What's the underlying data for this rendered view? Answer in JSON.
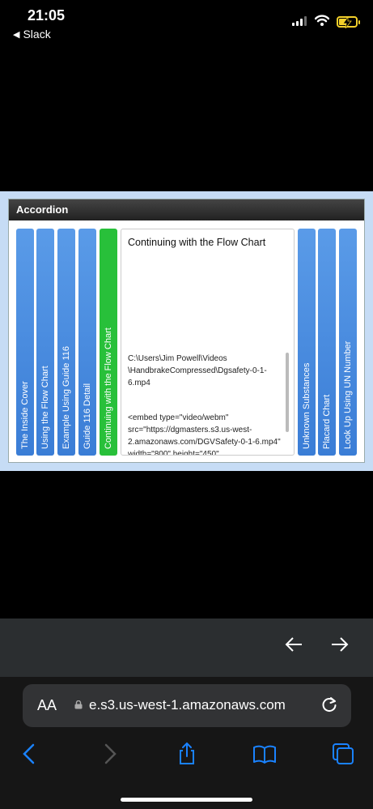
{
  "status": {
    "time": "21:05",
    "back_app": "Slack"
  },
  "accordion": {
    "title": "Accordion",
    "tabs_left": [
      "The Inside Cover",
      "Using the Flow Chart",
      "Example Using Guide 116",
      "Guide 116 Detail",
      "Continuing with the Flow Chart"
    ],
    "tabs_right": [
      "Unknown Substances",
      "Placard Chart",
      "Look Up Using UN Number"
    ],
    "content": {
      "heading": "Continuing with the Flow Chart",
      "path": "C:\\Users\\Jim Powell\\Videos \\HandbrakeCompressed\\Dgsafety-0-1-6.mp4",
      "embed": "<embed type=\"video/webm\" src=\"https://dgmasters.s3.us-west-2.amazonaws.com/DGVSafety-0-1-6.mp4\" width=\"800\" height=\"450\""
    }
  },
  "browser": {
    "aa_label": "AA",
    "url": "e.s3.us-west-1.amazonaws.com"
  },
  "colors": {
    "tab_blue": "#3a7dd6",
    "tab_active": "#28c03a",
    "accent": "#1a82ff"
  }
}
